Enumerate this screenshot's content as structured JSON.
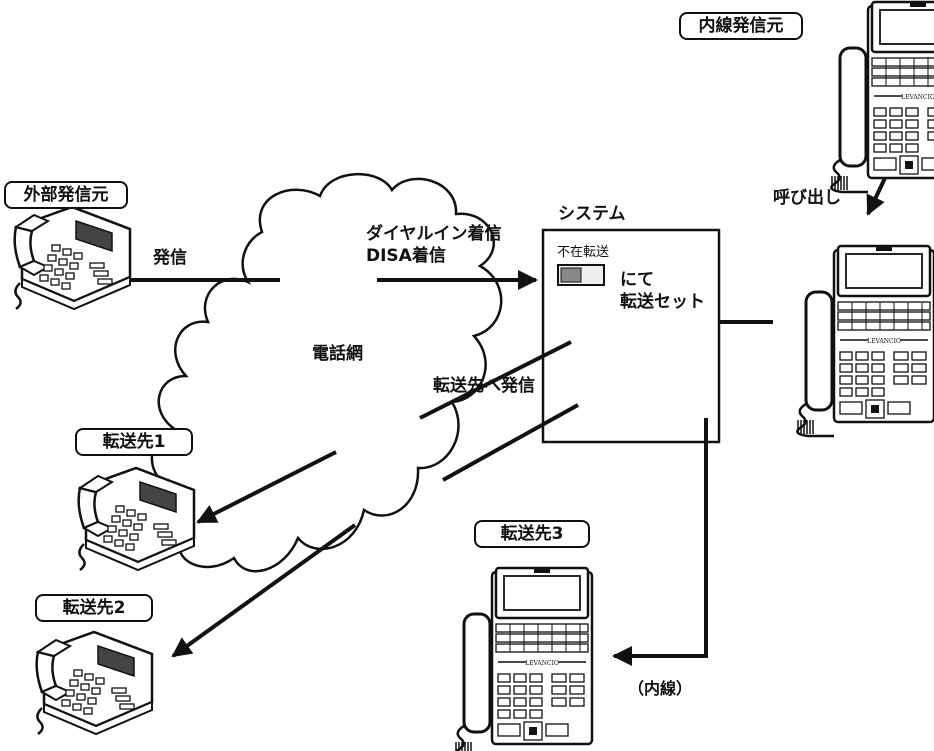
{
  "tags": {
    "internal_origin": "内線発信元",
    "external_origin": "外部発信元",
    "dest1": "転送先1",
    "dest2": "転送先2",
    "dest3": "転送先3"
  },
  "labels": {
    "system": "システム",
    "call_out": "発信",
    "dial_in_line1": "ダイヤルイン着信",
    "dial_in_line2": "DISA着信",
    "network": "電話網",
    "forward_out": "転送先へ発信",
    "ring": "呼び出し",
    "extension": "（内線）",
    "absence_forward": "不在転送",
    "set_line1": "にて",
    "set_line2": "転送セット"
  },
  "icons": {
    "desk_phone": "desk-phone-icon",
    "business_phone": "business-phone-icon",
    "toggle_key": "toggle-key-icon"
  }
}
